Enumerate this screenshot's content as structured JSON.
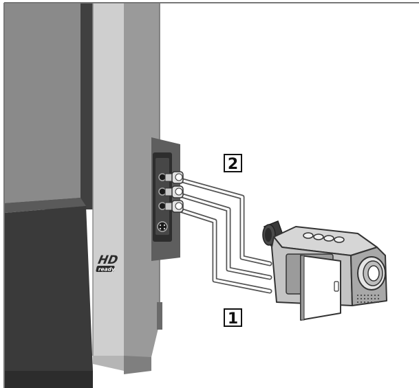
{
  "steps": {
    "step1": "1",
    "step2": "2"
  },
  "tv": {
    "logo_main": "HD",
    "logo_sub": "ready"
  }
}
